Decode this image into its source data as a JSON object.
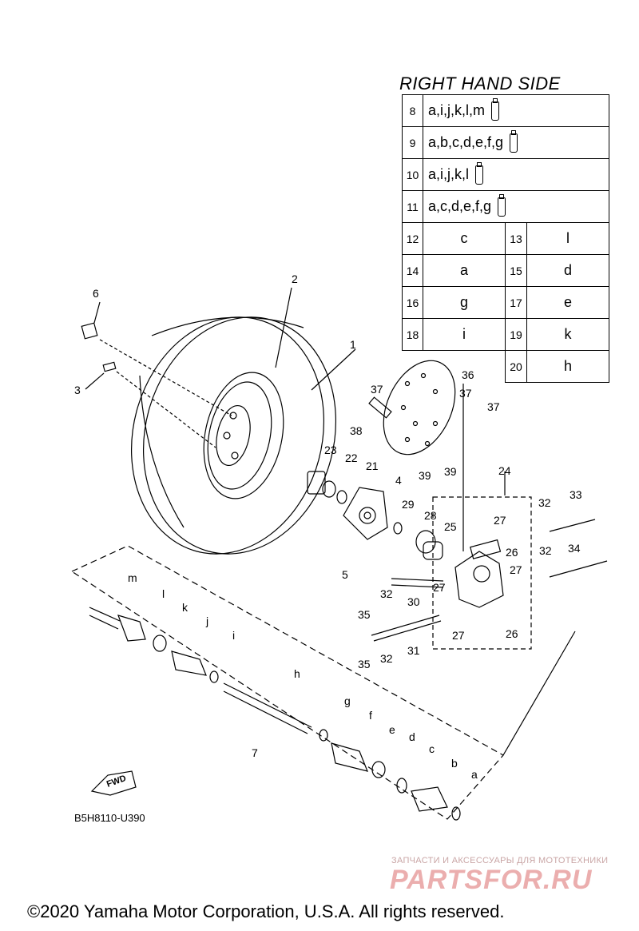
{
  "table": {
    "title": "RIGHT HAND SIDE",
    "full_rows": [
      {
        "num": "8",
        "value": "a,i,j,k,l,m"
      },
      {
        "num": "9",
        "value": "a,b,c,d,e,f,g"
      },
      {
        "num": "10",
        "value": "a,i,j,k,l"
      },
      {
        "num": "11",
        "value": "a,c,d,e,f,g"
      }
    ],
    "pair_rows": [
      {
        "n1": "12",
        "v1": "c",
        "n2": "13",
        "v2": "l"
      },
      {
        "n1": "14",
        "v1": "a",
        "n2": "15",
        "v2": "d"
      },
      {
        "n1": "16",
        "v1": "g",
        "n2": "17",
        "v2": "e"
      },
      {
        "n1": "18",
        "v1": "i",
        "n2": "19",
        "v2": "k"
      }
    ],
    "last_row": {
      "num": "20",
      "value": "h"
    }
  },
  "labels": {
    "l1": "1",
    "l2": "2",
    "l3": "3",
    "l4": "4",
    "l5": "5",
    "l6": "6",
    "l7": "7",
    "l21": "21",
    "l22": "22",
    "l23": "23",
    "l24": "24",
    "l25": "25",
    "l26a": "26",
    "l26b": "26",
    "l27a": "27",
    "l27b": "27",
    "l27c": "27",
    "l27d": "27",
    "l28": "28",
    "l29": "29",
    "l30": "30",
    "l31": "31",
    "l32a": "32",
    "l32b": "32",
    "l32c": "32",
    "l32d": "32",
    "l33": "33",
    "l34": "34",
    "l35a": "35",
    "l35b": "35",
    "l36": "36",
    "l37a": "37",
    "l37b": "37",
    "l37c": "37",
    "l38": "38",
    "l39a": "39",
    "l39b": "39",
    "la": "a",
    "lb": "b",
    "lc": "c",
    "ld": "d",
    "le": "e",
    "lf": "f",
    "lg": "g",
    "lh": "h",
    "li": "i",
    "lj": "j",
    "lk": "k",
    "ll": "l",
    "lm": "m",
    "fwd": "FWD"
  },
  "diagram_code": "B5H8110-U390",
  "watermark_sub": "ЗАПЧАСТИ И АКСЕССУАРЫ ДЛЯ МОТОТЕХНИКИ",
  "watermark": "PARTSFOR.RU",
  "copyright": "©2020 Yamaha Motor Corporation, U.S.A. All rights reserved.",
  "colors": {
    "line": "#000000",
    "watermark": "#e8a0a0"
  },
  "icons": [
    "grease-tube-icon"
  ]
}
